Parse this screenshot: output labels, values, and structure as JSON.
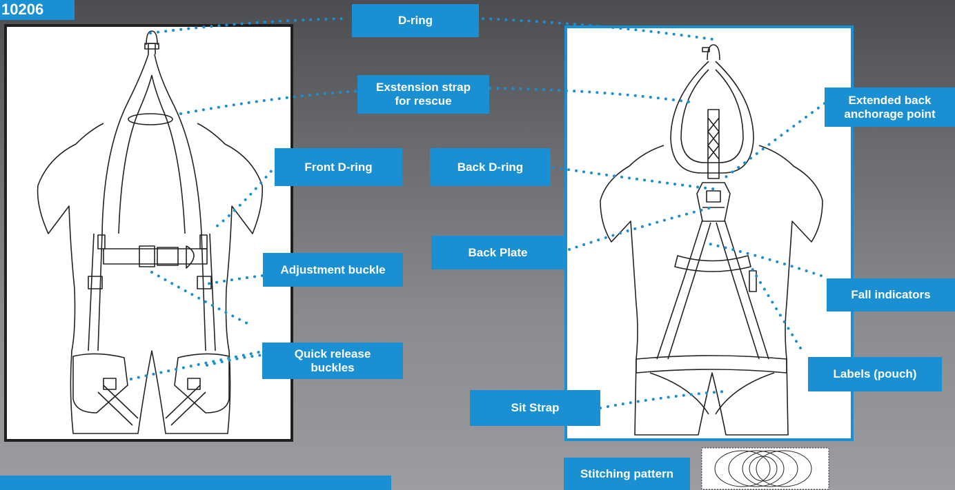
{
  "corner_code": "10206",
  "labels": {
    "d_ring": "D-ring",
    "extension_strap": "Exstension strap\nfor rescue",
    "extended_back_anchorage": "Extended back\nanchorage point",
    "front_d_ring": "Front D-ring",
    "back_d_ring": "Back D-ring",
    "back_plate": "Back Plate",
    "adjustment_buckle": "Adjustment buckle",
    "fall_indicators": "Fall indicators",
    "quick_release_buckles": "Quick release\nbuckles",
    "labels_pouch": "Labels (pouch)",
    "sit_strap": "Sit Strap",
    "stitching_pattern": "Stitching pattern"
  },
  "colors": {
    "accent": "#1a8fd1",
    "leader_dots": "#1a8fd1",
    "line_art": "#222222"
  }
}
